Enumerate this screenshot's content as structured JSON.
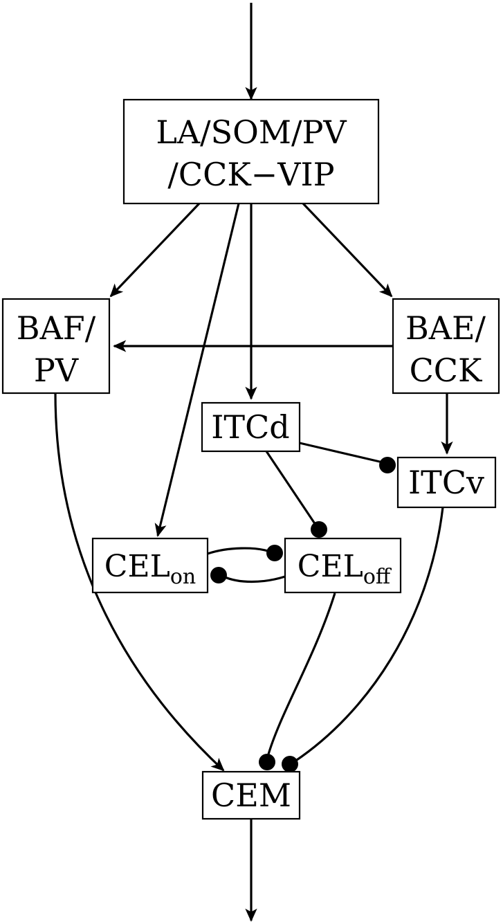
{
  "nodes": {
    "la": {
      "line1": "LA/SOM/PV",
      "line2": "/CCK−VIP"
    },
    "baf": {
      "line1": "BAF/",
      "line2": "PV"
    },
    "bae": {
      "line1": "BAE/",
      "line2": "CCK"
    },
    "itcd": {
      "label": "ITCd"
    },
    "itcv": {
      "label": "ITCv"
    },
    "cel_on": {
      "label": "CEL",
      "sub": "on"
    },
    "cel_off": {
      "label": "CEL",
      "sub": "off"
    },
    "cem": {
      "label": "CEM"
    }
  },
  "edges": [
    {
      "from": "input",
      "to": "la",
      "type": "excitatory"
    },
    {
      "from": "la",
      "to": "baf",
      "type": "excitatory"
    },
    {
      "from": "la",
      "to": "bae",
      "type": "excitatory"
    },
    {
      "from": "la",
      "to": "itcd",
      "type": "excitatory"
    },
    {
      "from": "la",
      "to": "cel_on",
      "type": "excitatory"
    },
    {
      "from": "bae",
      "to": "baf",
      "type": "excitatory"
    },
    {
      "from": "bae",
      "to": "itcv",
      "type": "excitatory"
    },
    {
      "from": "itcd",
      "to": "itcv",
      "type": "inhibitory"
    },
    {
      "from": "itcd",
      "to": "cel_off",
      "type": "inhibitory"
    },
    {
      "from": "cel_on",
      "to": "cel_off",
      "type": "inhibitory"
    },
    {
      "from": "cel_off",
      "to": "cel_on",
      "type": "inhibitory"
    },
    {
      "from": "baf",
      "to": "cem",
      "type": "excitatory"
    },
    {
      "from": "cel_off",
      "to": "cem",
      "type": "inhibitory"
    },
    {
      "from": "itcv",
      "to": "cem",
      "type": "inhibitory"
    },
    {
      "from": "cem",
      "to": "output",
      "type": "excitatory"
    }
  ]
}
